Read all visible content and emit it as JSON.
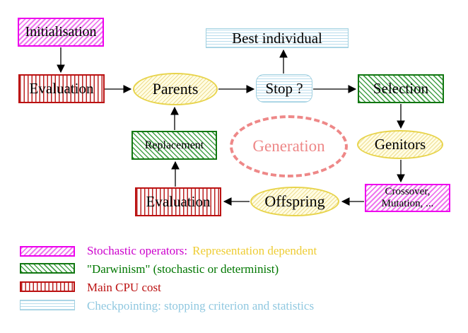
{
  "diagram": {
    "nodes": {
      "initialisation": {
        "label": "Initialisation"
      },
      "evaluation_top": {
        "label": "Evaluation"
      },
      "parents": {
        "label": "Parents"
      },
      "best_individual": {
        "label": "Best individual"
      },
      "stop": {
        "label": "Stop ?"
      },
      "selection": {
        "label": "Selection"
      },
      "replacement": {
        "label": "Replacement"
      },
      "generation": {
        "label": "Generation"
      },
      "genitors": {
        "label": "Genitors"
      },
      "evaluation_bottom": {
        "label": "Evaluation"
      },
      "offspring": {
        "label": "Offspring"
      },
      "crossover": {
        "label_line1": "Crossover,",
        "label_line2": "Mutation, ..."
      }
    },
    "legend": [
      {
        "label": "Stochastic operators:",
        "label_secondary": "Representation dependent",
        "swatch": "magenta-diagonal-hatch"
      },
      {
        "label": "\"Darwinism\" (stochastic or determinist)",
        "swatch": "green-diagonal-hatch"
      },
      {
        "label": "Main CPU cost",
        "swatch": "red-vertical-stripes"
      },
      {
        "label": "Checkpointing: stopping criterion and statistics",
        "swatch": "cyan-horizontal-stripes"
      }
    ],
    "colors": {
      "magenta_border": "#ee00ee",
      "magenta_hatch": "#ee77ee",
      "green_border": "#117711",
      "green_hatch": "#44a048",
      "red_border": "#bb1111",
      "red_stripe": "#bb2222",
      "cyan_border": "#a0d0e0",
      "cyan_stripe": "#b8dcec",
      "yellow_border": "#e8d44c",
      "yellow_fill": "#fffde4",
      "coral_dashed": "#ee8888",
      "legend_magenta_text": "#cc00cc",
      "legend_yellow_text": "#eecc33",
      "legend_green_text": "#007700",
      "legend_red_text": "#bb1111",
      "legend_cyan_text": "#90c8e0",
      "arrow": "#000000"
    }
  }
}
